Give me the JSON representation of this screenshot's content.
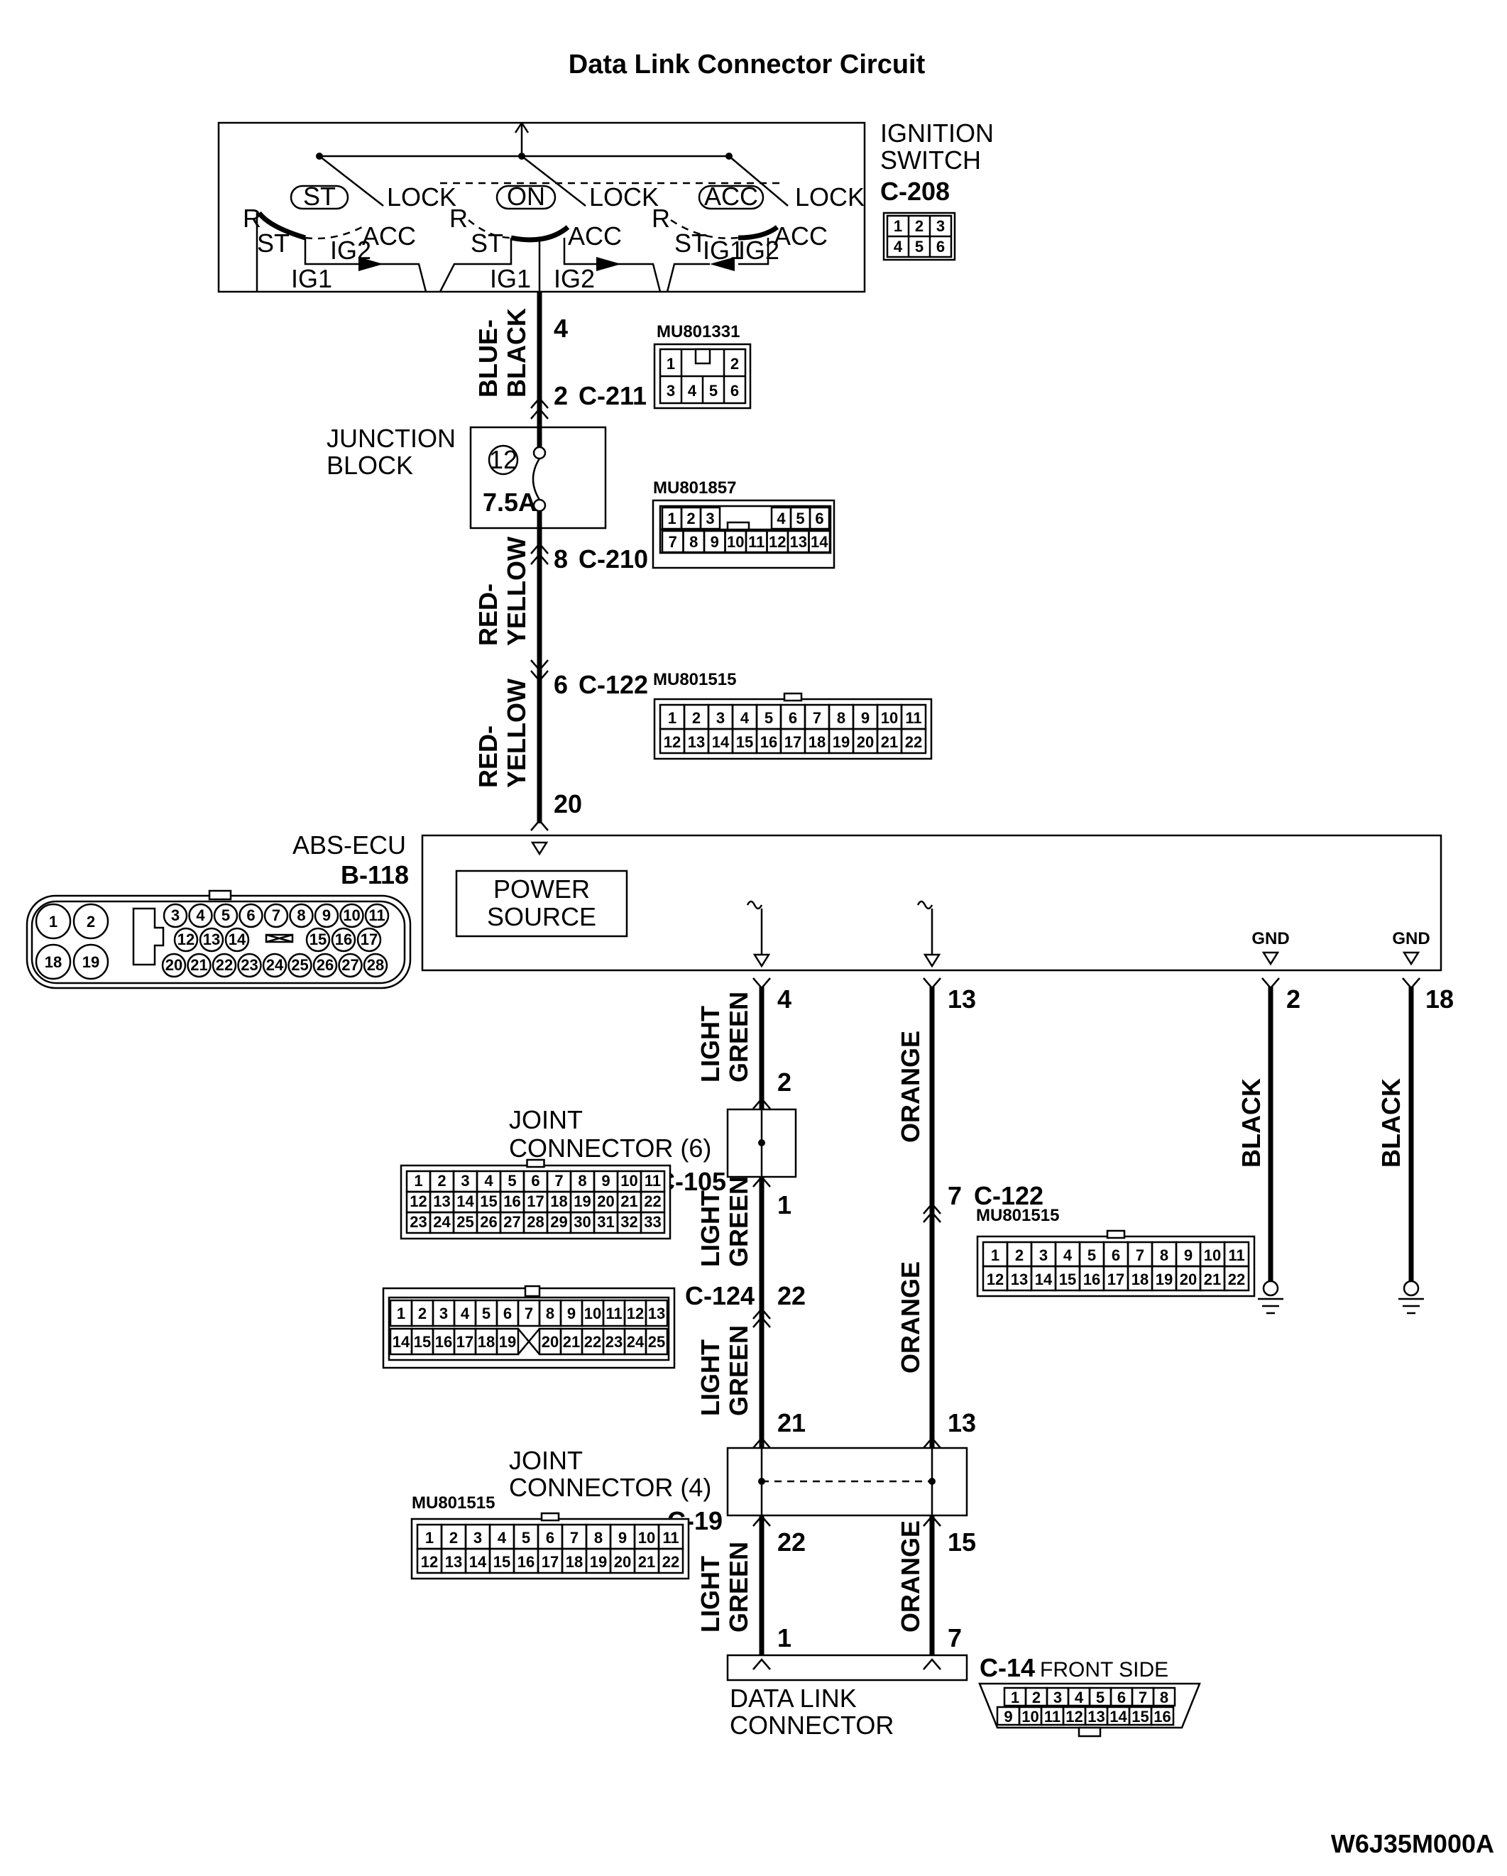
{
  "title": "Data  Link Connector Circuit",
  "ignition_switch": {
    "label_line1": "IGNITION",
    "label_line2": "SWITCH",
    "connector": "C-208",
    "pins": [
      "1",
      "2",
      "3",
      "4",
      "5",
      "6"
    ],
    "positions": [
      "ST",
      "ON",
      "ACC"
    ],
    "lock": "LOCK",
    "acc": "ACC",
    "r": "R",
    "st": "ST",
    "ig1": "IG1",
    "ig2": "IG2"
  },
  "wire_blue_black": {
    "color_line1": "BLUE-",
    "color_line2": "BLACK",
    "pin_top": "4",
    "pin_bottom": "2",
    "connector": "C-211"
  },
  "part_mu801331": {
    "part": "MU801331",
    "pins": [
      "1",
      "2",
      "3",
      "4",
      "5",
      "6"
    ]
  },
  "junction_block": {
    "label_line1": "JUNCTION",
    "label_line2": "BLOCK",
    "fuse_no": "12",
    "fuse_rating": "7.5A"
  },
  "part_mu801857": {
    "part": "MU801857",
    "row1": [
      "1",
      "2",
      "3",
      "4",
      "5",
      "6"
    ],
    "row2": [
      "7",
      "8",
      "9",
      "10",
      "11",
      "12",
      "13",
      "14"
    ]
  },
  "wire_red_yellow_1": {
    "color_line1": "RED-",
    "color_line2": "YELLOW",
    "pin": "8",
    "connector": "C-210"
  },
  "wire_red_yellow_2": {
    "color_line1": "RED-",
    "color_line2": "YELLOW",
    "pin_top": "6",
    "connector": "C-122",
    "pin_bottom": "20"
  },
  "part_mu801515_a": {
    "part": "MU801515",
    "row1": [
      "1",
      "2",
      "3",
      "4",
      "5",
      "6",
      "7",
      "8",
      "9",
      "10",
      "11"
    ],
    "row2": [
      "12",
      "13",
      "14",
      "15",
      "16",
      "17",
      "18",
      "19",
      "20",
      "21",
      "22"
    ]
  },
  "abs_ecu": {
    "label": "ABS-ECU",
    "connector": "B-118",
    "power_line1": "POWER",
    "power_line2": "SOURCE",
    "gnd": "GND",
    "big_pins": [
      "1",
      "2",
      "18",
      "19"
    ],
    "row1": [
      "3",
      "4",
      "5",
      "6",
      "7",
      "8",
      "9",
      "10",
      "11"
    ],
    "row2": [
      "12",
      "13",
      "14",
      "15",
      "16",
      "17"
    ],
    "row3": [
      "20",
      "21",
      "22",
      "23",
      "24",
      "25",
      "26",
      "27",
      "28"
    ]
  },
  "wire_light_green": {
    "color_line1": "LIGHT",
    "color_line2": "GREEN",
    "pin_ecu": "4",
    "pin_jc6_in": "2",
    "pin_jc6_out": "1",
    "pin_c124": "22",
    "pin_jc4_in": "21",
    "pin_jc4_out": "22",
    "pin_dlc": "1"
  },
  "wire_orange": {
    "color": "ORANGE",
    "pin_ecu": "13",
    "pin_c122": "7",
    "connector_c122": "C-122",
    "pin_jc4_in": "13",
    "pin_jc4_out": "15",
    "pin_dlc": "7"
  },
  "wire_black": {
    "color": "BLACK",
    "pin_a": "2",
    "pin_b": "18"
  },
  "joint_connector_6": {
    "label_line1": "JOINT",
    "label_line2": "CONNECTOR (6)",
    "connector": "C-105",
    "row1": [
      "1",
      "2",
      "3",
      "4",
      "5",
      "6",
      "7",
      "8",
      "9",
      "10",
      "11"
    ],
    "row2": [
      "12",
      "13",
      "14",
      "15",
      "16",
      "17",
      "18",
      "19",
      "20",
      "21",
      "22"
    ],
    "row3": [
      "23",
      "24",
      "25",
      "26",
      "27",
      "28",
      "29",
      "30",
      "31",
      "32",
      "33"
    ]
  },
  "part_mu801515_b": {
    "part": "MU801515",
    "row1": [
      "1",
      "2",
      "3",
      "4",
      "5",
      "6",
      "7",
      "8",
      "9",
      "10",
      "11"
    ],
    "row2": [
      "12",
      "13",
      "14",
      "15",
      "16",
      "17",
      "18",
      "19",
      "20",
      "21",
      "22"
    ]
  },
  "connector_c124": {
    "connector": "C-124",
    "row1": [
      "1",
      "2",
      "3",
      "4",
      "5",
      "6",
      "7",
      "8",
      "9",
      "10",
      "11",
      "12",
      "13"
    ],
    "row2": [
      "14",
      "15",
      "16",
      "17",
      "18",
      "19",
      "20",
      "21",
      "22",
      "23",
      "24",
      "25"
    ]
  },
  "joint_connector_4": {
    "label_line1": "JOINT",
    "label_line2": "CONNECTOR (4)",
    "connector": "C-19"
  },
  "part_mu801515_c": {
    "part": "MU801515",
    "row1": [
      "1",
      "2",
      "3",
      "4",
      "5",
      "6",
      "7",
      "8",
      "9",
      "10",
      "11"
    ],
    "row2": [
      "12",
      "13",
      "14",
      "15",
      "16",
      "17",
      "18",
      "19",
      "20",
      "21",
      "22"
    ]
  },
  "data_link_connector": {
    "label_line1": "DATA LINK",
    "label_line2": "CONNECTOR",
    "connector": "C-14",
    "side": "FRONT SIDE",
    "row1": [
      "1",
      "2",
      "3",
      "4",
      "5",
      "6",
      "7",
      "8"
    ],
    "row2": [
      "9",
      "10",
      "11",
      "12",
      "13",
      "14",
      "15",
      "16"
    ]
  },
  "figure_code": "W6J35M000A"
}
